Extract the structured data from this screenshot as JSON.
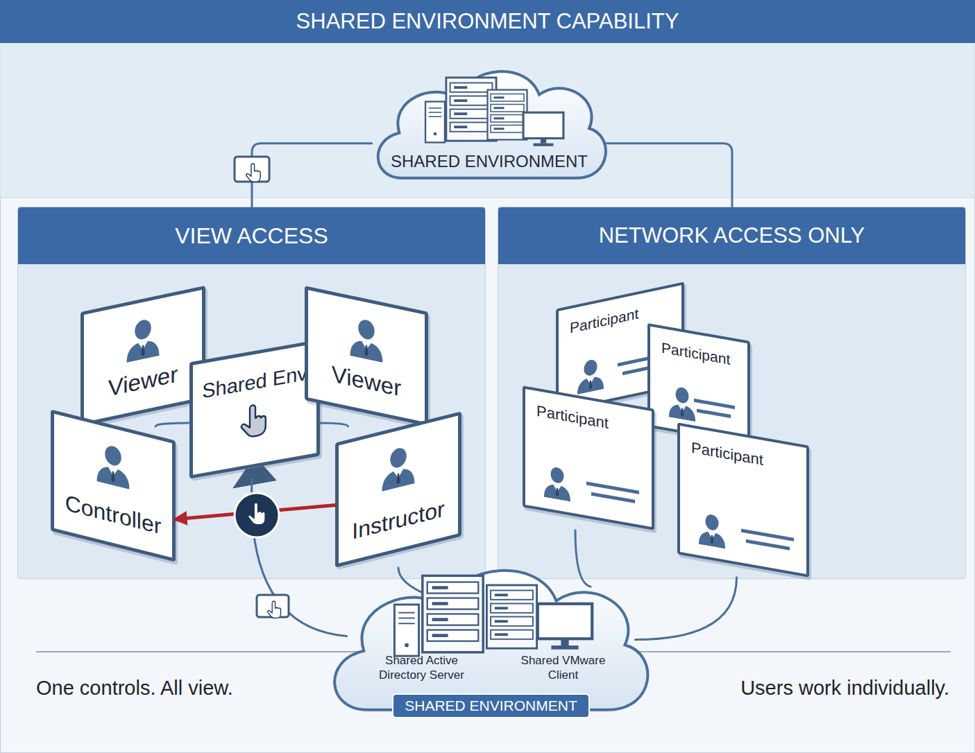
{
  "diagram": {
    "title": "SHARED ENVIRONMENT CAPABILITY",
    "nodes": [
      {
        "text": [
          "SHARED ENVIRONMENT"
        ]
      },
      {
        "text": [
          "VIEW ACCESS"
        ]
      },
      {
        "text": [
          "Viewer"
        ],
        "in": 1
      },
      {
        "text": [
          "Shared Env"
        ],
        "in": 1
      },
      {
        "text": [
          "Viewer"
        ],
        "in": 1
      },
      {
        "text": [
          "Controller"
        ],
        "in": 1
      },
      {
        "text": [
          "Instructor"
        ],
        "in": 1
      },
      {
        "text": [
          "NETWORK ACCESS ONLY"
        ]
      },
      {
        "text": [
          "Participant"
        ],
        "in": 7
      },
      {
        "text": [
          "Participant"
        ],
        "in": 7
      },
      {
        "text": [
          "Participant"
        ],
        "in": 7
      },
      {
        "text": [
          "Participant"
        ],
        "in": 7
      },
      {
        "text": [
          "Shared Active Directory Server",
          "Shared VMware Client",
          "SHARED ENVIRONMENT"
        ]
      }
    ],
    "edges": [
      {
        "from": 0,
        "to": 1,
        "arrow": "none"
      },
      {
        "from": 0,
        "to": 7,
        "arrow": "none"
      },
      {
        "from": 6,
        "to": 5,
        "arrow": "to"
      },
      {
        "from": 12,
        "to": 3,
        "arrow": "none"
      },
      {
        "from": 12,
        "to": 6,
        "arrow": "none"
      },
      {
        "from": 12,
        "to": 10,
        "arrow": "none"
      },
      {
        "from": 12,
        "to": 11,
        "arrow": "none"
      },
      {
        "from": 2,
        "to": 3,
        "arrow": "none"
      },
      {
        "from": 4,
        "to": 3,
        "arrow": "none"
      }
    ],
    "labels": [
      "One controls. All view.",
      "Users work individually."
    ]
  }
}
